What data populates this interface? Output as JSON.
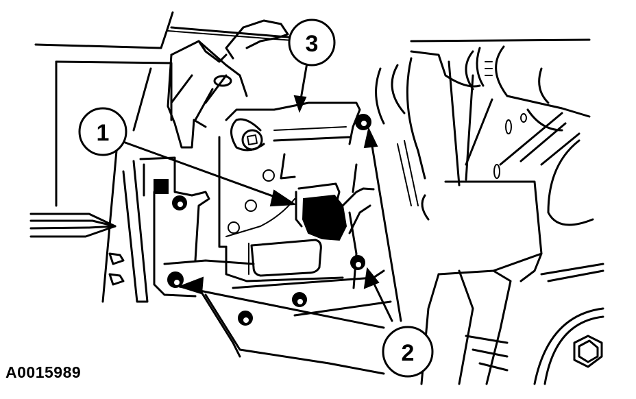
{
  "figure": {
    "code": "A0015989",
    "background": "#ffffff",
    "line_color": "#000000"
  },
  "callouts": [
    {
      "number": "1",
      "label": "1",
      "target": "electrical-connector"
    },
    {
      "number": "2",
      "label": "2",
      "target": "mounting-nuts"
    },
    {
      "number": "3",
      "label": "3",
      "target": "module-bracket"
    }
  ]
}
